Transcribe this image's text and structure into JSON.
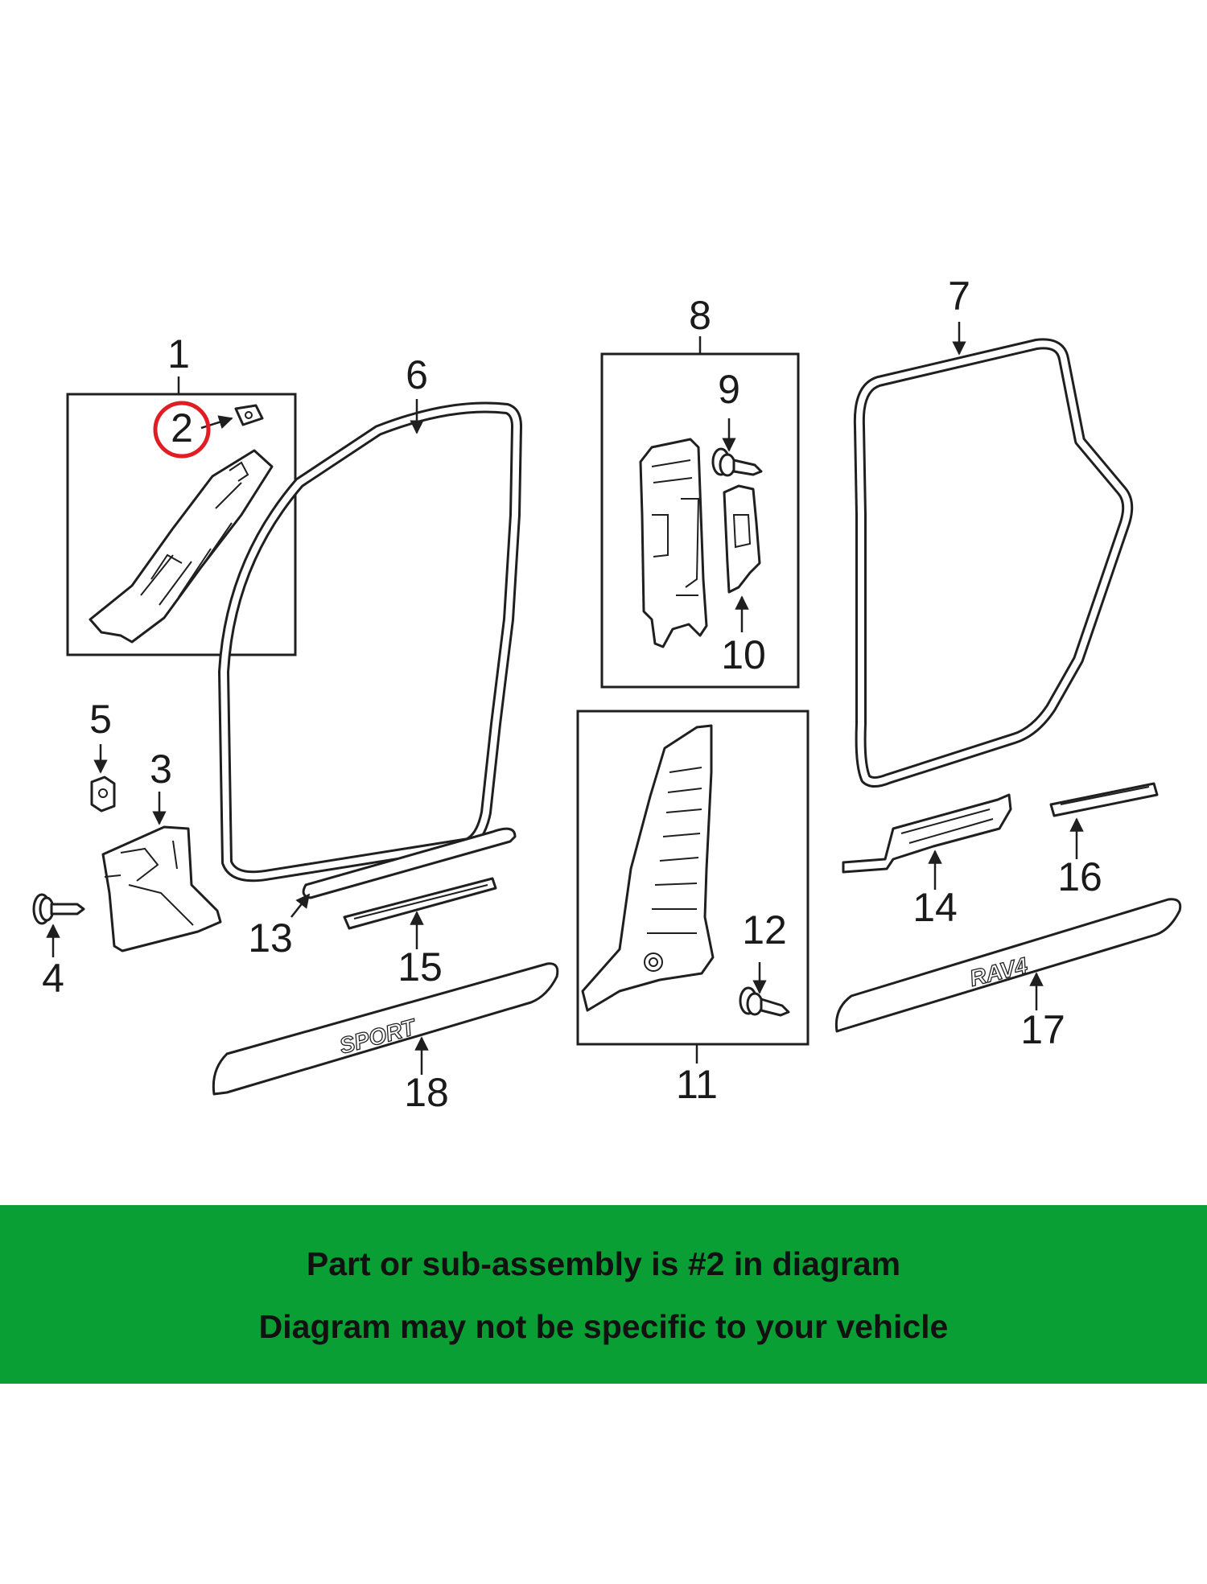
{
  "diagram": {
    "highlight_color": "#e01d22",
    "highlighted_callout": "2",
    "callouts": {
      "c1": "1",
      "c2": "2",
      "c3": "3",
      "c4": "4",
      "c5": "5",
      "c6": "6",
      "c7": "7",
      "c8": "8",
      "c9": "9",
      "c10": "10",
      "c11": "11",
      "c12": "12",
      "c13": "13",
      "c14": "14",
      "c15": "15",
      "c16": "16",
      "c17": "17",
      "c18": "18"
    },
    "emboss": {
      "sport": "SPORT",
      "rav4": "RAV4"
    }
  },
  "banner": {
    "color": "#0a9f35",
    "line1": "Part or sub-assembly is #2 in diagram",
    "line2": "Diagram may not be specific to your vehicle"
  }
}
